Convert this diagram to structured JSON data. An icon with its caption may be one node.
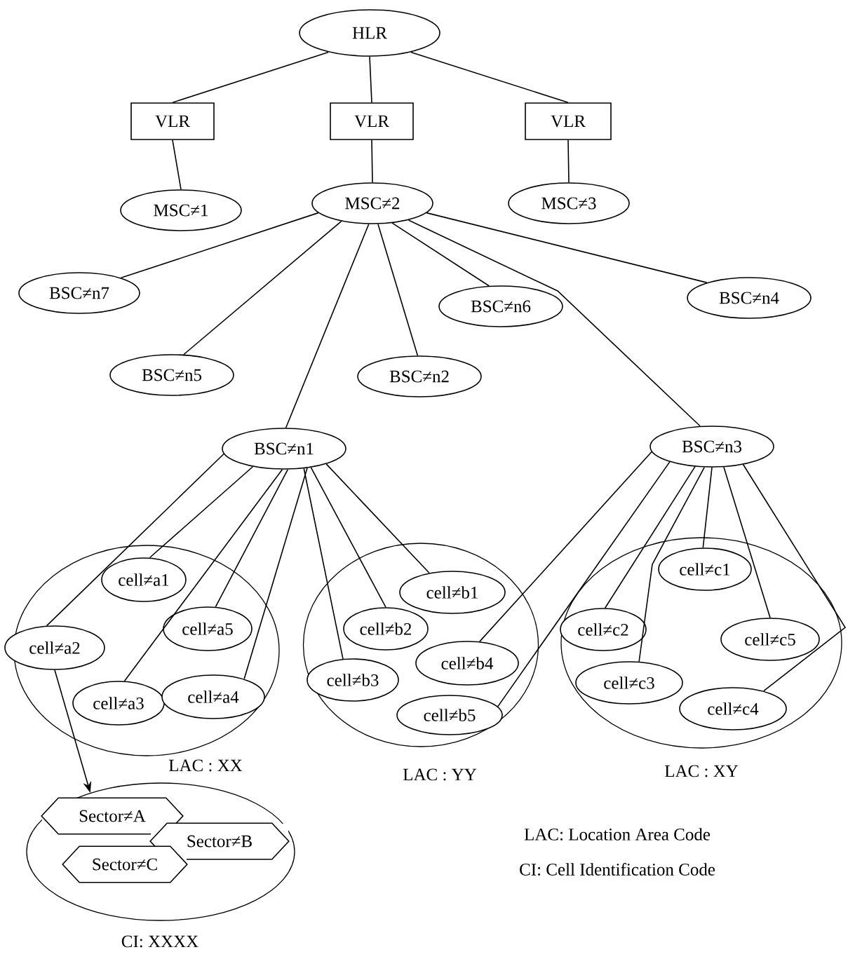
{
  "diagram": {
    "nodes": [
      {
        "text": [
          "HLR"
        ]
      },
      {
        "text": [
          "VLR"
        ]
      },
      {
        "text": [
          "VLR"
        ]
      },
      {
        "text": [
          "VLR"
        ]
      },
      {
        "text": [
          "MSC≠1"
        ]
      },
      {
        "text": [
          "MSC≠2"
        ]
      },
      {
        "text": [
          "MSC≠3"
        ]
      },
      {
        "text": [
          "BSC≠n7"
        ]
      },
      {
        "text": [
          "BSC≠n5"
        ]
      },
      {
        "text": [
          "BSC≠n2"
        ]
      },
      {
        "text": [
          "BSC≠n6"
        ]
      },
      {
        "text": [
          "BSC≠n4"
        ]
      },
      {
        "text": [
          "BSC≠n1"
        ]
      },
      {
        "text": [
          "BSC≠n3"
        ]
      },
      {
        "text": [
          "LAC : XX"
        ]
      },
      {
        "text": [
          "cell≠a1"
        ],
        "in": 14
      },
      {
        "text": [
          "cell≠a2"
        ]
      },
      {
        "text": [
          "cell≠a5"
        ],
        "in": 14
      },
      {
        "text": [
          "cell≠a3"
        ],
        "in": 14
      },
      {
        "text": [
          "cell≠a4"
        ],
        "in": 14
      },
      {
        "text": [
          "LAC : YY"
        ]
      },
      {
        "text": [
          "cell≠b1"
        ],
        "in": 20
      },
      {
        "text": [
          "cell≠b2"
        ],
        "in": 20
      },
      {
        "text": [
          "cell≠b4"
        ],
        "in": 20
      },
      {
        "text": [
          "cell≠b3"
        ],
        "in": 20
      },
      {
        "text": [
          "cell≠b5"
        ],
        "in": 20
      },
      {
        "text": [
          "LAC : XY"
        ]
      },
      {
        "text": [
          "cell≠c1"
        ],
        "in": 26
      },
      {
        "text": [
          "cell≠c2"
        ],
        "in": 26
      },
      {
        "text": [
          "cell≠c5"
        ],
        "in": 26
      },
      {
        "text": [
          "cell≠c3"
        ],
        "in": 26
      },
      {
        "text": [
          "cell≠c4"
        ],
        "in": 26
      },
      {
        "text": [
          "CI: XXXX"
        ]
      },
      {
        "text": [
          "Sector≠A"
        ],
        "in": 32
      },
      {
        "text": [
          "Sector≠B"
        ],
        "in": 32
      },
      {
        "text": [
          "Sector≠C"
        ],
        "in": 32
      }
    ],
    "edges": [
      {
        "from": 0,
        "to": 1,
        "arrow": "none"
      },
      {
        "from": 0,
        "to": 2,
        "arrow": "none"
      },
      {
        "from": 0,
        "to": 3,
        "arrow": "none"
      },
      {
        "from": 1,
        "to": 4,
        "arrow": "none"
      },
      {
        "from": 2,
        "to": 5,
        "arrow": "none"
      },
      {
        "from": 3,
        "to": 6,
        "arrow": "none"
      },
      {
        "from": 5,
        "to": 7,
        "arrow": "none"
      },
      {
        "from": 5,
        "to": 8,
        "arrow": "none"
      },
      {
        "from": 5,
        "to": 12,
        "arrow": "none"
      },
      {
        "from": 5,
        "to": 9,
        "arrow": "none"
      },
      {
        "from": 5,
        "to": 10,
        "arrow": "none"
      },
      {
        "from": 5,
        "to": 13,
        "arrow": "none"
      },
      {
        "from": 5,
        "to": 11,
        "arrow": "none"
      },
      {
        "from": 12,
        "to": 16,
        "arrow": "none"
      },
      {
        "from": 12,
        "to": 15,
        "arrow": "none"
      },
      {
        "from": 12,
        "to": 18,
        "arrow": "none"
      },
      {
        "from": 12,
        "to": 17,
        "arrow": "none"
      },
      {
        "from": 12,
        "to": 19,
        "arrow": "none"
      },
      {
        "from": 12,
        "to": 24,
        "arrow": "none"
      },
      {
        "from": 12,
        "to": 22,
        "arrow": "none"
      },
      {
        "from": 12,
        "to": 21,
        "arrow": "none"
      },
      {
        "from": 13,
        "to": 23,
        "arrow": "none"
      },
      {
        "from": 13,
        "to": 25,
        "arrow": "none"
      },
      {
        "from": 13,
        "to": 28,
        "arrow": "none"
      },
      {
        "from": 13,
        "to": 30,
        "arrow": "none"
      },
      {
        "from": 13,
        "to": 27,
        "arrow": "none"
      },
      {
        "from": 13,
        "to": 29,
        "arrow": "none"
      },
      {
        "from": 13,
        "to": 31,
        "arrow": "none"
      },
      {
        "from": 16,
        "to": 32,
        "arrow": "to"
      }
    ],
    "labels": [
      "LAC: Location Area Code",
      "CI: Cell Identification Code"
    ]
  }
}
